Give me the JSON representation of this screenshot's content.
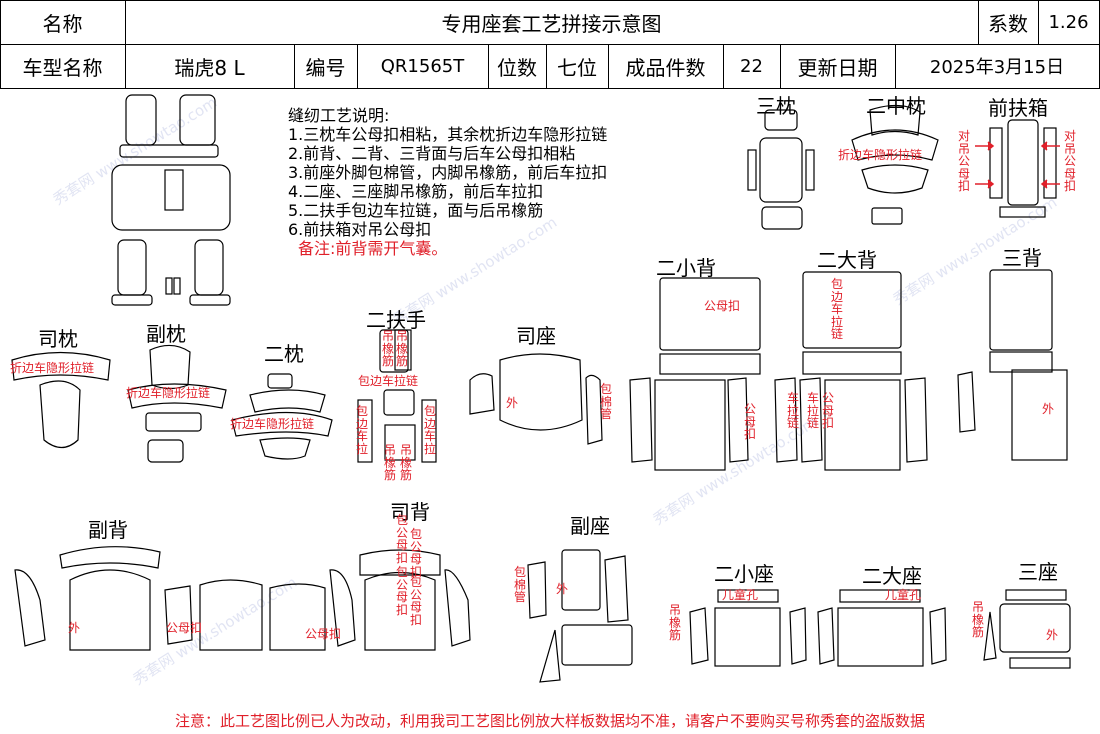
{
  "header": {
    "name_label": "名称",
    "title": "专用座套工艺拼接示意图",
    "coef_label": "系数",
    "coef_value": "1.26",
    "model_label": "车型名称",
    "model_value": "瑞虎8 L",
    "code_label": "编号",
    "code_value": "QR1565T",
    "seats_label": "位数",
    "seats_value": "七位",
    "pieces_label": "成品件数",
    "pieces_value": "22",
    "update_label": "更新日期",
    "update_value": "2025年3月15日"
  },
  "notes": {
    "heading": "缝纫工艺说明:",
    "items": [
      "1.三枕车公母扣相粘，其余枕折边车隐形拉链",
      "2.前背、二背、三背面与后车公母扣相粘",
      "3.前座外脚包棉管，内脚吊橡筋，前后车拉扣",
      "4.二座、三座脚吊橡筋，前后车拉扣",
      "5.二扶手包边车拉链，面与后吊橡筋",
      "6.前扶箱对吊公母扣"
    ],
    "remark": "备注:前背需开气囊。"
  },
  "parts": {
    "san_zhen": "三枕",
    "er_zhong_zhen": "二中枕",
    "qian_fu_xiang": "前扶箱",
    "si_zhen": "司枕",
    "fu_zhen": "副枕",
    "er_zhen": "二枕",
    "er_fu_shou": "二扶手",
    "si_zuo": "司座",
    "er_xiao_bei": "二小背",
    "er_da_bei": "二大背",
    "san_bei": "三背",
    "fu_bei": "副背",
    "si_bei": "司背",
    "fu_zuo": "副座",
    "er_xiao_zuo": "二小座",
    "er_da_zuo": "二大座",
    "san_zuo": "三座"
  },
  "annotations": {
    "zhebian_zipper": "折边车隐形拉链",
    "dui_diao_gongmu": "对吊公母扣",
    "gongmu_kou": "公母扣",
    "diao_xiangjin": "吊橡筋",
    "baobian_lalian": "包边车拉链",
    "baobian_la": "包边车拉",
    "bian_la_lian": "包边车拉链",
    "wai": "外",
    "bao_mianguan": "包棉管",
    "baobian_che_lalian": "包边车拉链",
    "che_la_lian": "车拉链",
    "er_tong_kong": "儿童孔",
    "bao_gongmu": "包公母扣"
  },
  "footer": "注意：此工艺图比例已人为改动，利用我司工艺图比例放大样板数据均不准，请客户不要购买号称秀套的盗版数据",
  "watermark": "秀套网 www.showtao.com",
  "colors": {
    "annotation": "#e0202a",
    "watermark": "#d8dcef"
  }
}
